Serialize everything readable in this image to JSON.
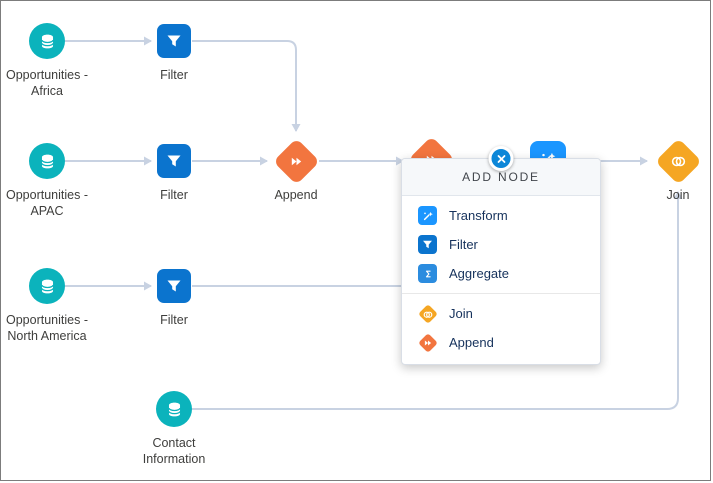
{
  "colors": {
    "edge": "#c8d2e2",
    "dataset-teal": "#0bb3bc",
    "filter-blue": "#0b74ce",
    "transform-blue": "#1b96ff",
    "aggregate-blue": "#2b8cdf",
    "append-orange": "#f2753f",
    "join-yellow": "#f5a623",
    "close-blue": "#0d87d8",
    "label-text": "#3e3e3c",
    "menu-text": "#16325c"
  },
  "canvas": {
    "nodes": {
      "dataset_africa": {
        "label": "Opportunities - Africa"
      },
      "filter_1": {
        "label": "Filter"
      },
      "dataset_apac": {
        "label": "Opportunities - APAC"
      },
      "filter_2": {
        "label": "Filter"
      },
      "append": {
        "label": "Append"
      },
      "dataset_north_america": {
        "label": "Opportunities - North America"
      },
      "filter_3": {
        "label": "Filter"
      },
      "contact_information": {
        "label": "Contact Information"
      },
      "join": {
        "label": "Join"
      }
    }
  },
  "popup": {
    "title": "ADD NODE",
    "items": [
      {
        "label": "Transform"
      },
      {
        "label": "Filter"
      },
      {
        "label": "Aggregate"
      },
      {
        "label": "Join"
      },
      {
        "label": "Append"
      }
    ]
  }
}
